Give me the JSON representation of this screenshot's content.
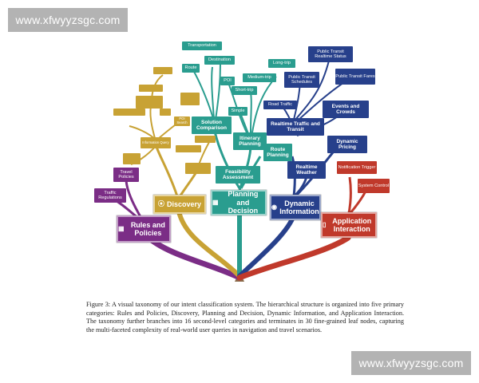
{
  "watermark": {
    "text": "www.xfwyyzsgc.com"
  },
  "colors": {
    "rules": "#7b2d86",
    "discovery": "#c8a234",
    "planning": "#2a9d8f",
    "dynamic": "#27408b",
    "application": "#c0392b",
    "trunk": "#8a6a4a"
  },
  "figure": {
    "caption": "Figure 3: A visual taxonomy of our intent classification system. The hierarchical structure is organized into five primary categories: Rules and Policies, Discovery, Planning and Decision, Dynamic Information, and Application Interaction. The taxonomy further branches into 16 second-level categories and terminates in 30 fine-grained leaf nodes, capturing the multi-faceted complexity of real-world user queries in navigation and travel scenarios.",
    "categories": {
      "rules": {
        "label": "Rules and Policies",
        "icon": "document-icon"
      },
      "discovery": {
        "label": "Discovery",
        "icon": "compass-icon"
      },
      "planning": {
        "label": "Planning and Decision",
        "icon": "grid-icon"
      },
      "dynamic": {
        "label": "Dynamic Information",
        "icon": "pin-icon"
      },
      "application": {
        "label": "Application Interaction",
        "icon": "phone-icon"
      }
    },
    "sub": {
      "travel_policies": "Travel Policies",
      "traffic_regulations": "Traffic Regulations",
      "information_query": "Information Query",
      "solution_comparison": "Solution Comparison",
      "itinerary_planning": "Itinerary Planning",
      "feasibility_assessment": "Feasibility Assessment",
      "route_planning": "Route Planning",
      "realtime_traffic": "Realtime Traffic and Transit",
      "realtime_weather": "Realtime Weather",
      "dynamic_pricing": "Dynamic Pricing",
      "events_crowds": "Events and Crowds",
      "notification_trigger": "Notification Trigger",
      "system_control": "System Control"
    },
    "leaves": {
      "transportation": "Transportation",
      "route": "Route",
      "destination": "Destination",
      "poi": "POI",
      "short_trip": "Short-trip",
      "medium_trip": "Medium-trip",
      "long_trip": "Long-trip",
      "simple": "Simple",
      "road_traffic": "Road Traffic",
      "public_transit_schedules": "Public Transit Schedules",
      "public_transit_realtime": "Public Transit Realtime Status",
      "public_transit_fares": "Public Transit Fares",
      "poi_search": "POI Search"
    }
  }
}
